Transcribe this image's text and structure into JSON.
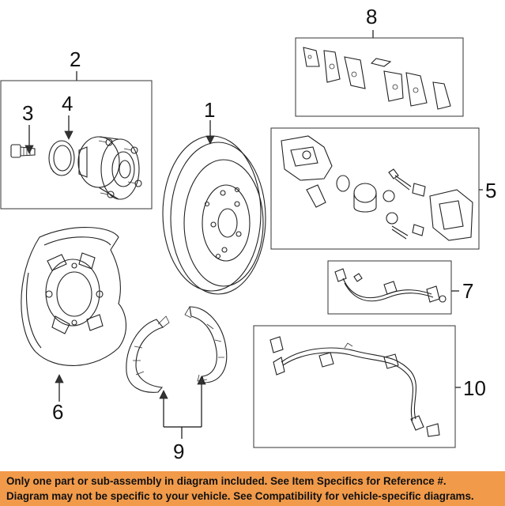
{
  "callouts": {
    "c1": "1",
    "c2": "2",
    "c3": "3",
    "c4": "4",
    "c5": "5",
    "c6": "6",
    "c7": "7",
    "c8": "8",
    "c9": "9",
    "c10": "10"
  },
  "disclaimer": {
    "line1": "Only one part or sub-assembly in diagram included. See Item Specifics for Reference #.",
    "line2": "Diagram may not be specific to your vehicle. See Compatibility for vehicle-specific diagrams."
  },
  "colors": {
    "banner": "#f19a4a",
    "lines": "#222222"
  }
}
